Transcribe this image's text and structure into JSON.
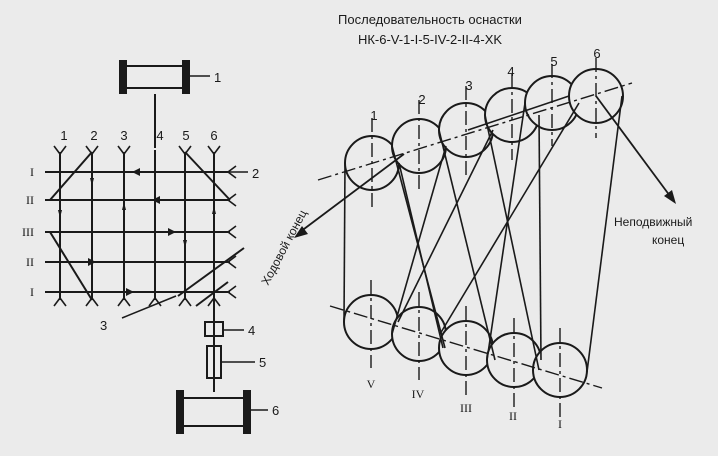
{
  "title": {
    "line1": "Последовательность оснастки",
    "line2": "НК-6-V-1-I-5-IV-2-II-4-XK"
  },
  "left_diagram": {
    "column_labels": [
      "1",
      "2",
      "3",
      "4",
      "5",
      "6"
    ],
    "row_labels": [
      "I",
      "II",
      "III",
      "II",
      "I"
    ],
    "callouts": [
      "1",
      "2",
      "3",
      "4",
      "5",
      "6"
    ]
  },
  "right_diagram": {
    "top_labels": [
      "1",
      "2",
      "3",
      "4",
      "5",
      "6"
    ],
    "bottom_labels": [
      "V",
      "IV",
      "III",
      "II",
      "I"
    ],
    "running_end": "Ходовой конец",
    "fixed_end_line1": "Неподвижный",
    "fixed_end_line2": "конец"
  }
}
